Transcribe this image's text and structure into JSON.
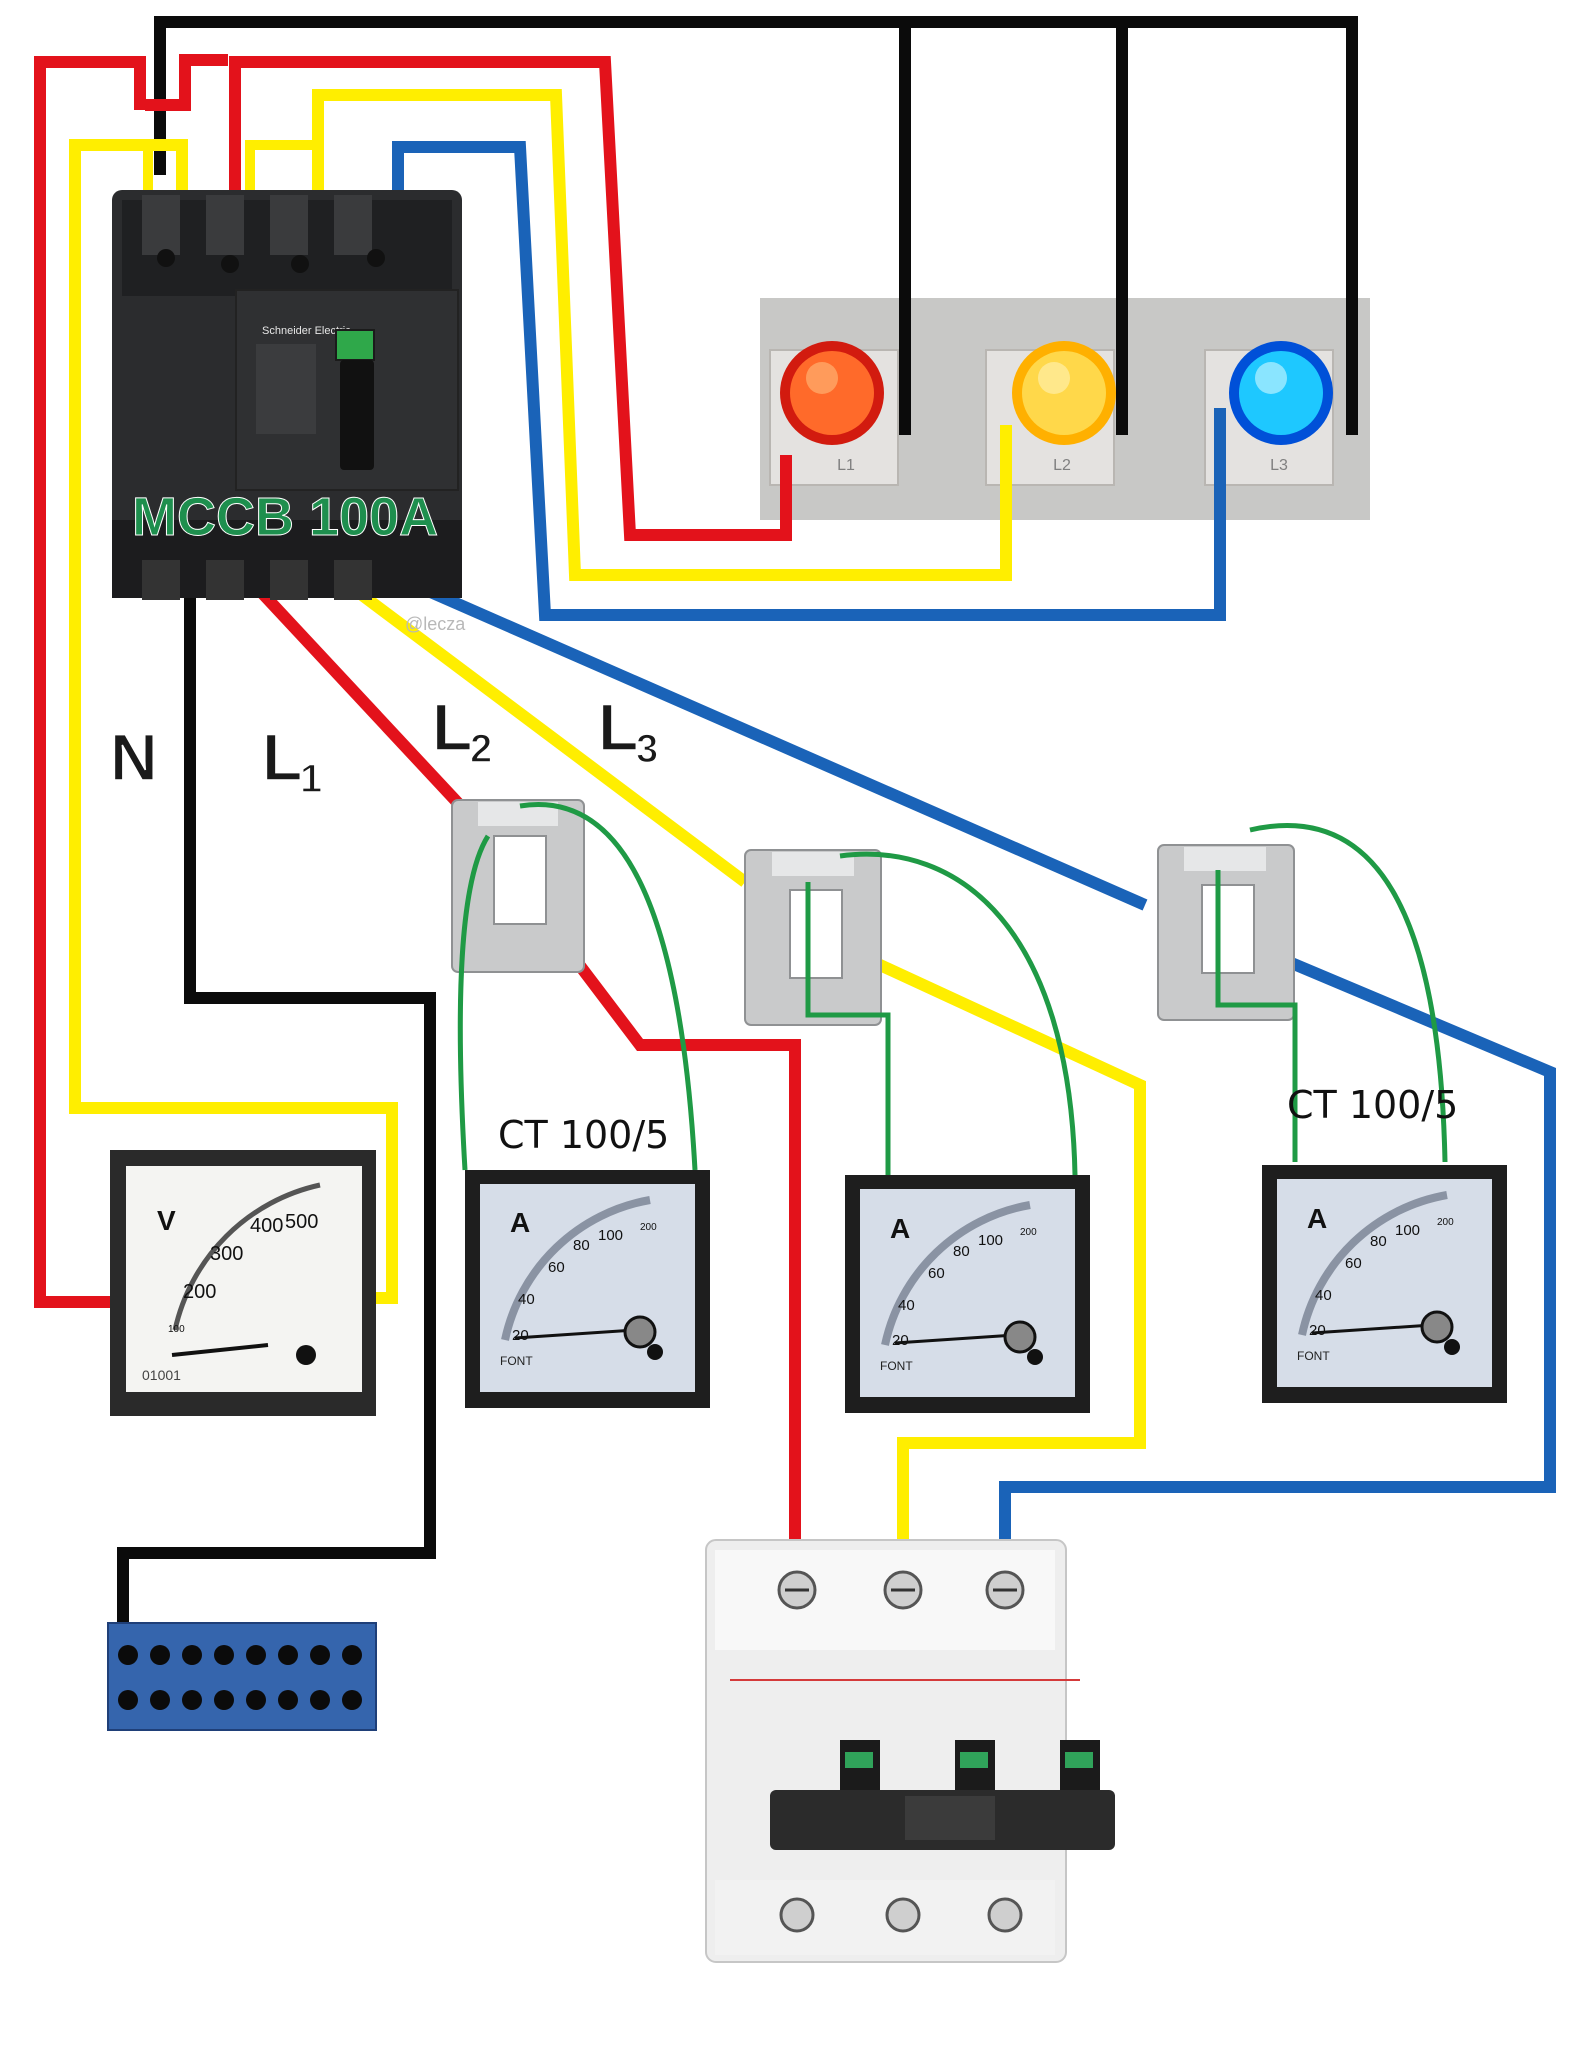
{
  "colors": {
    "l1_red": "#e3121b",
    "l2_yellow": "#ffee00",
    "l3_blue": "#1a63b8",
    "neutral_black": "#0b0b0b",
    "ct_wire_green": "#1f9a45",
    "mccb_label_green": "#1e8f4e",
    "neutral_bar_blue": "#3565ad"
  },
  "mccb": {
    "label": "MCCB 100A",
    "brand": "Schneider Electric",
    "watermark": "@lecza"
  },
  "line_labels": {
    "neutral": "N",
    "l1": {
      "letter": "L",
      "sub": "1"
    },
    "l2": {
      "letter": "L",
      "sub": "2"
    },
    "l3": {
      "letter": "L",
      "sub": "3"
    }
  },
  "indicator_lamps": [
    {
      "label": "L1",
      "color": "#ff5522",
      "icon": "red-indicator-lamp"
    },
    {
      "label": "L2",
      "color": "#ffc21a",
      "icon": "yellow-indicator-lamp"
    },
    {
      "label": "L3",
      "color": "#1aa8ff",
      "icon": "blue-indicator-lamp"
    }
  ],
  "current_transformers": {
    "label": "CT 100/5"
  },
  "voltmeter": {
    "unit": "V",
    "scale": [
      "100",
      "200",
      "300",
      "400",
      "500"
    ],
    "brand": "01001"
  },
  "ammeters": [
    {
      "unit": "A",
      "scale": [
        "20",
        "40",
        "60",
        "80",
        "100"
      ],
      "max": "200",
      "brand": "FONT"
    },
    {
      "unit": "A",
      "scale": [
        "20",
        "40",
        "60",
        "80",
        "100"
      ],
      "max": "200",
      "brand": "FONT"
    },
    {
      "unit": "A",
      "scale": [
        "20",
        "40",
        "60",
        "80",
        "100"
      ],
      "max": "200",
      "brand": "FONT"
    }
  ],
  "output_breaker": {
    "poles": 3,
    "icon": "three-pole-mcb"
  }
}
